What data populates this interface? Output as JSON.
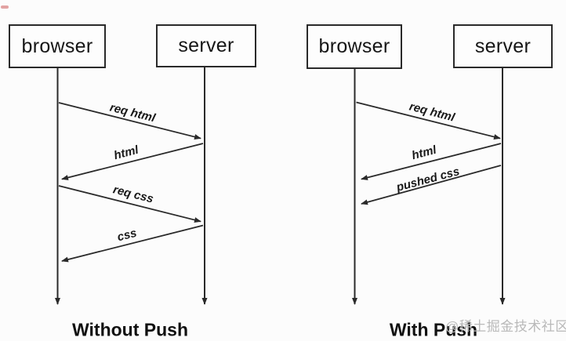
{
  "watermark": {
    "text": "@稀土掘金技术社区"
  },
  "colors": {
    "line": "#2a2a2a",
    "text": "#161616",
    "watermark": "#b9b9b9",
    "background": "#fcfcfc"
  },
  "diagrams": [
    {
      "caption": "Without Push",
      "actors": [
        {
          "label": "browser"
        },
        {
          "label": "server"
        }
      ],
      "messages": [
        {
          "label": "req html",
          "from": "browser",
          "to": "server"
        },
        {
          "label": "html",
          "from": "server",
          "to": "browser"
        },
        {
          "label": "req css",
          "from": "browser",
          "to": "server"
        },
        {
          "label": "css",
          "from": "server",
          "to": "browser"
        }
      ]
    },
    {
      "caption": "With Push",
      "actors": [
        {
          "label": "browser"
        },
        {
          "label": "server"
        }
      ],
      "messages": [
        {
          "label": "req html",
          "from": "browser",
          "to": "server"
        },
        {
          "label": "html",
          "from": "server",
          "to": "browser"
        },
        {
          "label": "pushed css",
          "from": "server",
          "to": "browser"
        }
      ]
    }
  ]
}
